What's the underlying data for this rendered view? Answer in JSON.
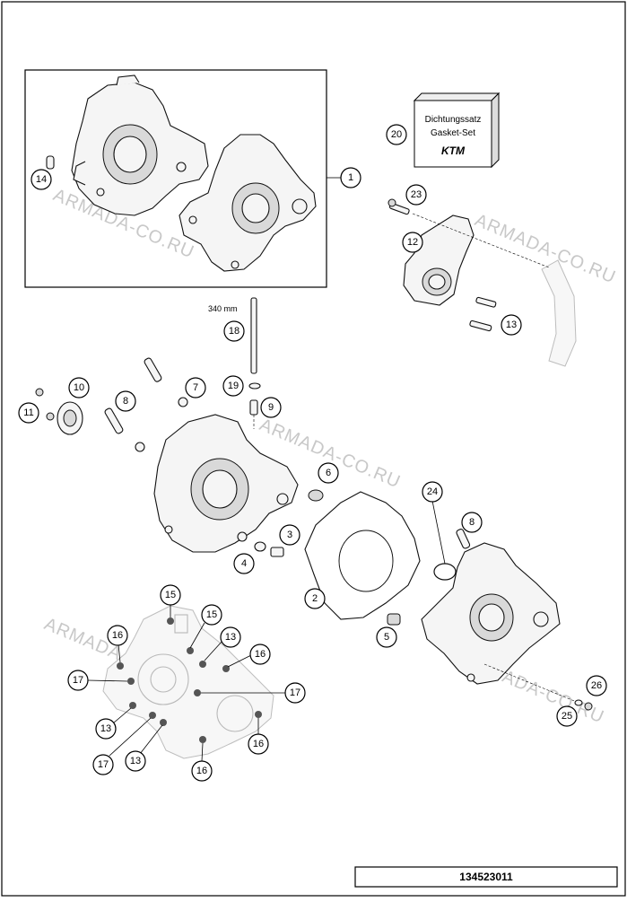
{
  "diagram": {
    "document_code": "134523011",
    "watermark_text": "ARMADA-CO.RU",
    "gasket_kit": {
      "line1": "Dichtungssatz",
      "line2": "Gasket-Set",
      "brand": "KTM"
    },
    "dimension_label": "340 mm",
    "callouts": {
      "c1": "1",
      "c2": "2",
      "c3": "3",
      "c4": "4",
      "c5": "5",
      "c6": "6",
      "c7": "7",
      "c8a": "8",
      "c8b": "8",
      "c9": "9",
      "c10": "10",
      "c11": "11",
      "c12": "12",
      "c13a": "13",
      "c13b": "13",
      "c13c": "13",
      "c13d": "13",
      "c14": "14",
      "c15a": "15",
      "c15b": "15",
      "c16a": "16",
      "c16b": "16",
      "c16c": "16",
      "c16d": "16",
      "c17a": "17",
      "c17b": "17",
      "c17c": "17",
      "c18": "18",
      "c19": "19",
      "c20": "20",
      "c23": "23",
      "c24": "24",
      "c25": "25",
      "c26": "26"
    }
  }
}
